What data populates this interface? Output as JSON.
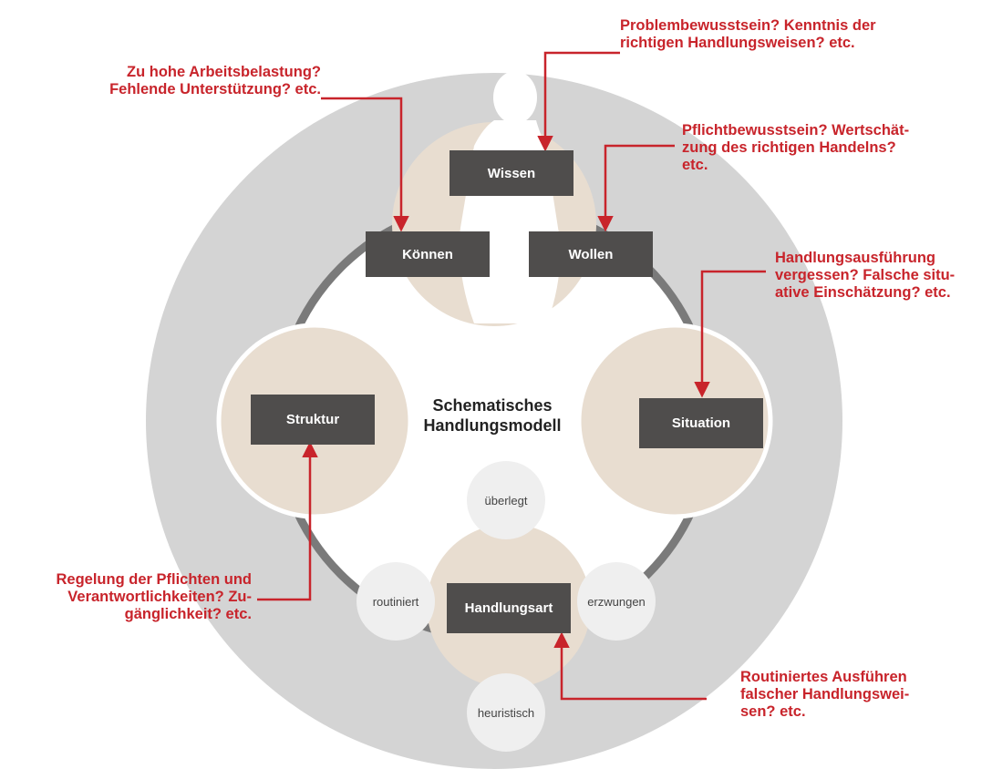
{
  "colors": {
    "outer_ring": "#d4d4d4",
    "loop": "#7a7a7a",
    "beige": "#e8ddd0",
    "box": "#4f4d4c",
    "accent_red": "#c8242b"
  },
  "center_title": "Schematisches\nHandlungsmodell",
  "boxes": {
    "wissen": "Wissen",
    "koennen": "Können",
    "wollen": "Wollen",
    "struktur": "Struktur",
    "situation": "Situation",
    "handlungsart": "Handlungsart"
  },
  "handlungsart_types": {
    "ueberlegt": "überlegt",
    "routiniert": "routiniert",
    "erzwungen": "erzwungen",
    "heuristisch": "heuristisch"
  },
  "notes": {
    "wissen": "Problembewusstsein? Kenntnis der\nrichtigen Handlungsweisen? etc.",
    "koennen": "Zu hohe Arbeitsbelastung?\nFehlende Unterstützung? etc.",
    "wollen": "Pflichtbewusstsein? Wertschät-\nzung des richtigen Handelns?\netc.",
    "situation": "Handlungsausführung\nvergessen? Falsche situ-\native Einschätzung? etc.",
    "struktur": "Regelung der Pflichten und\nVerantwortlichkeiten? Zu-\ngänglichkeit? etc.",
    "handlungsart": "Routiniertes Ausführen\nfalscher Handlungswei-\nsen? etc."
  }
}
